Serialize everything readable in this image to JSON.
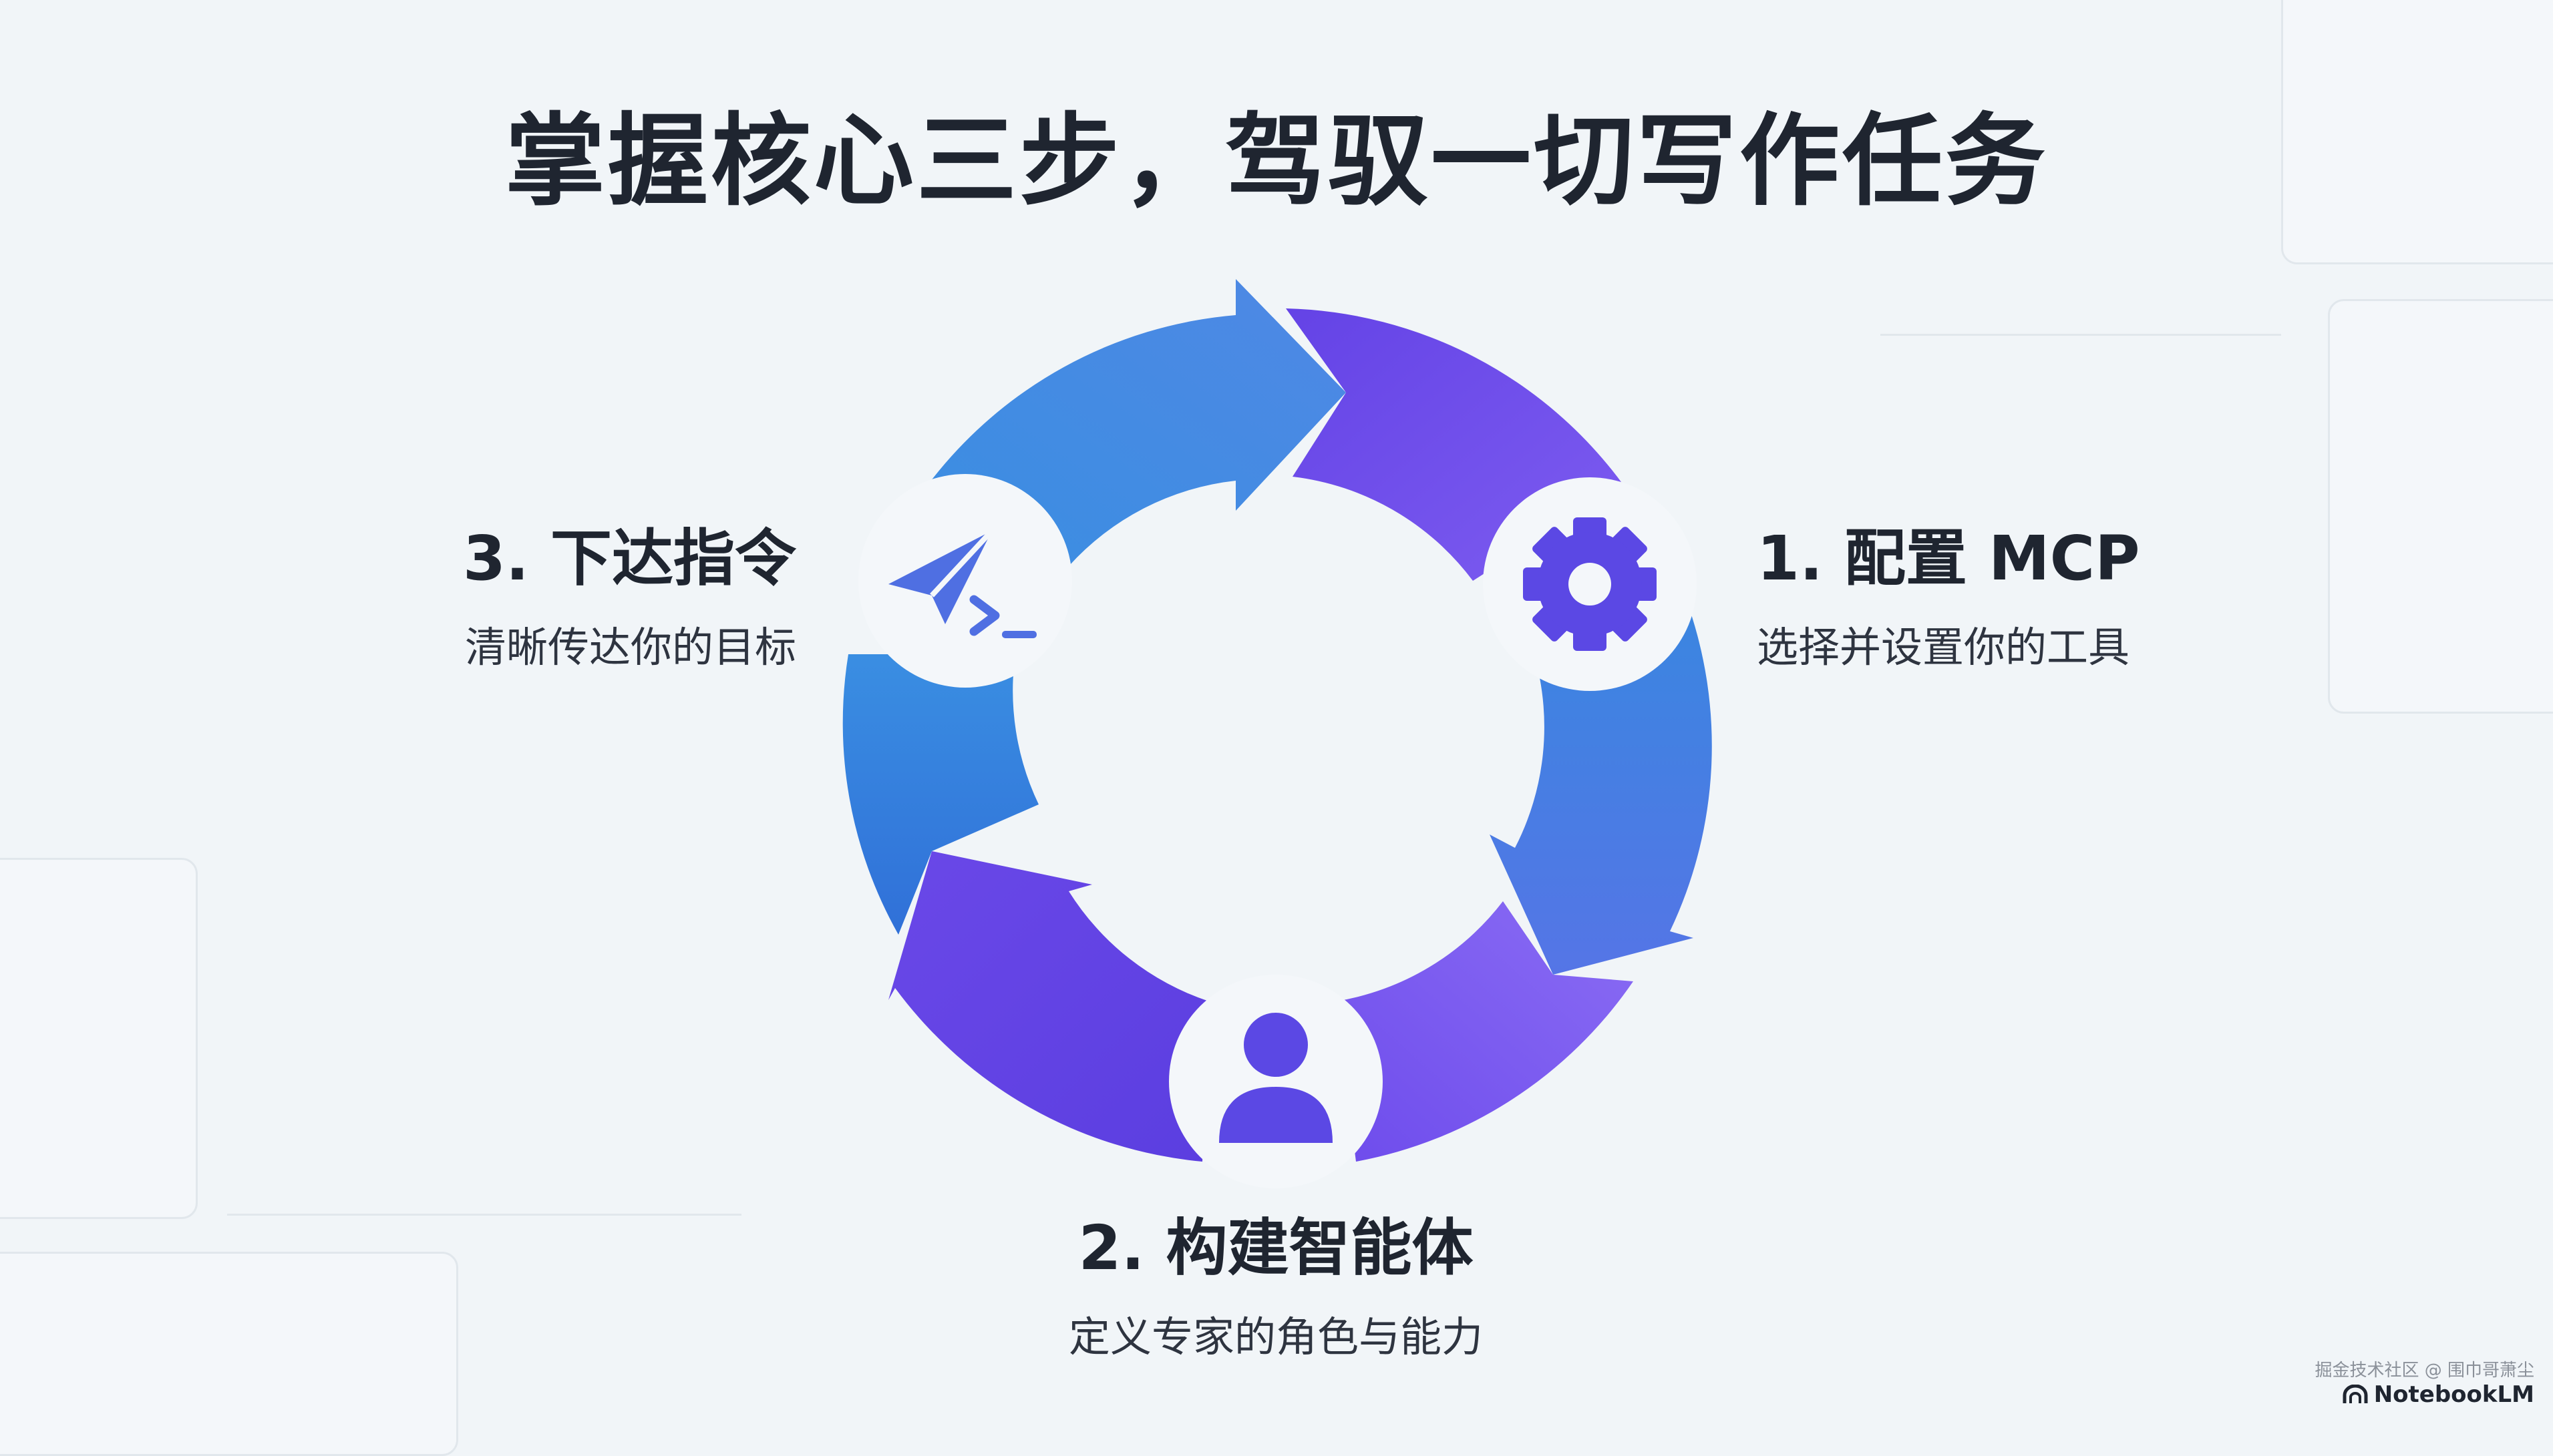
{
  "title": "掌握核心三步，驾驭一切写作任务",
  "steps": [
    {
      "heading": "1. 配置 MCP",
      "description": "选择并设置你的工具",
      "icon": "gear-icon"
    },
    {
      "heading": "2. 构建智能体",
      "description": "定义专家的角色与能力",
      "icon": "person-icon"
    },
    {
      "heading": "3. 下达指令",
      "description": "清晰传达你的目标",
      "icon": "send-command-icon"
    }
  ],
  "footer": {
    "watermark": "掘金技术社区 @ 围巾哥萧尘",
    "brand": "NotebookLM",
    "brand_icon": "notebooklm-logo-icon"
  },
  "colors": {
    "blue": "#3e8ee0",
    "purple": "#6a48e8",
    "violet": "#8566f2",
    "title": "#1f2530",
    "background": "#f1f5f8"
  }
}
